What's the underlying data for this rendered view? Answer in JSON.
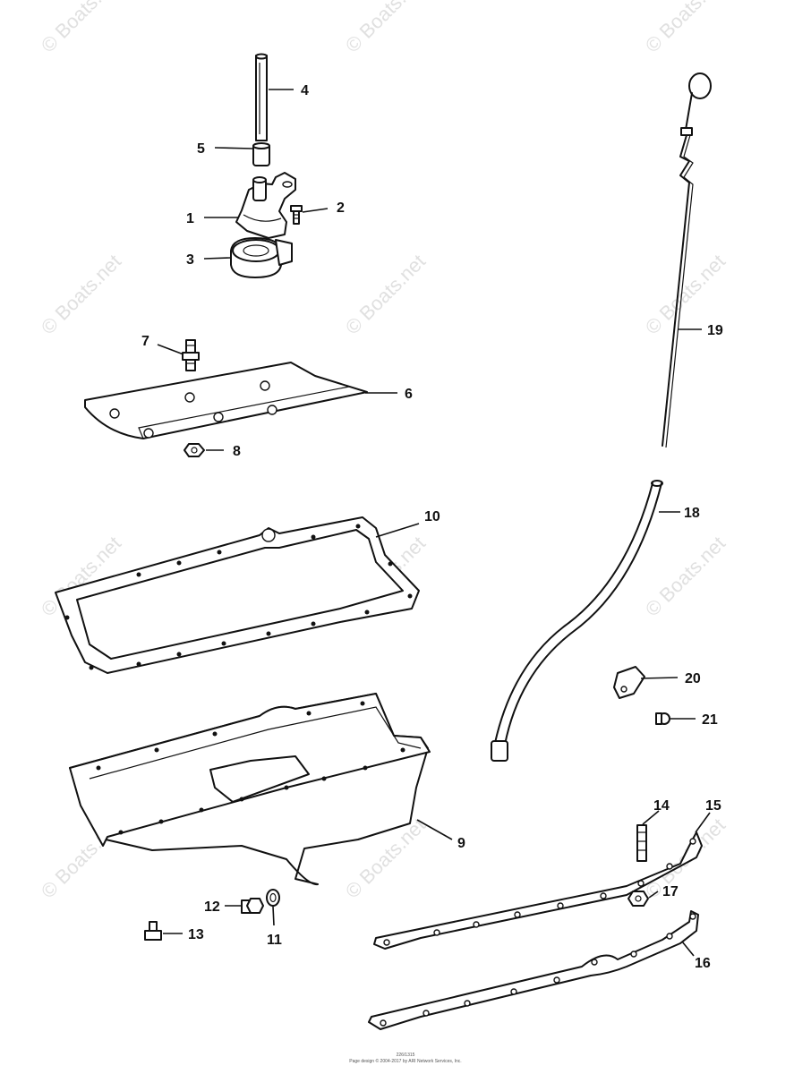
{
  "watermark": "© Boats.net",
  "callouts": [
    "1",
    "2",
    "3",
    "4",
    "5",
    "6",
    "7",
    "8",
    "9",
    "10",
    "11",
    "12",
    "13",
    "14",
    "15",
    "16",
    "17",
    "18",
    "19",
    "20",
    "21"
  ],
  "footer": {
    "code": "226/1315",
    "copyright": "Page design © 2004-2017 by ARI Network Services, Inc."
  }
}
